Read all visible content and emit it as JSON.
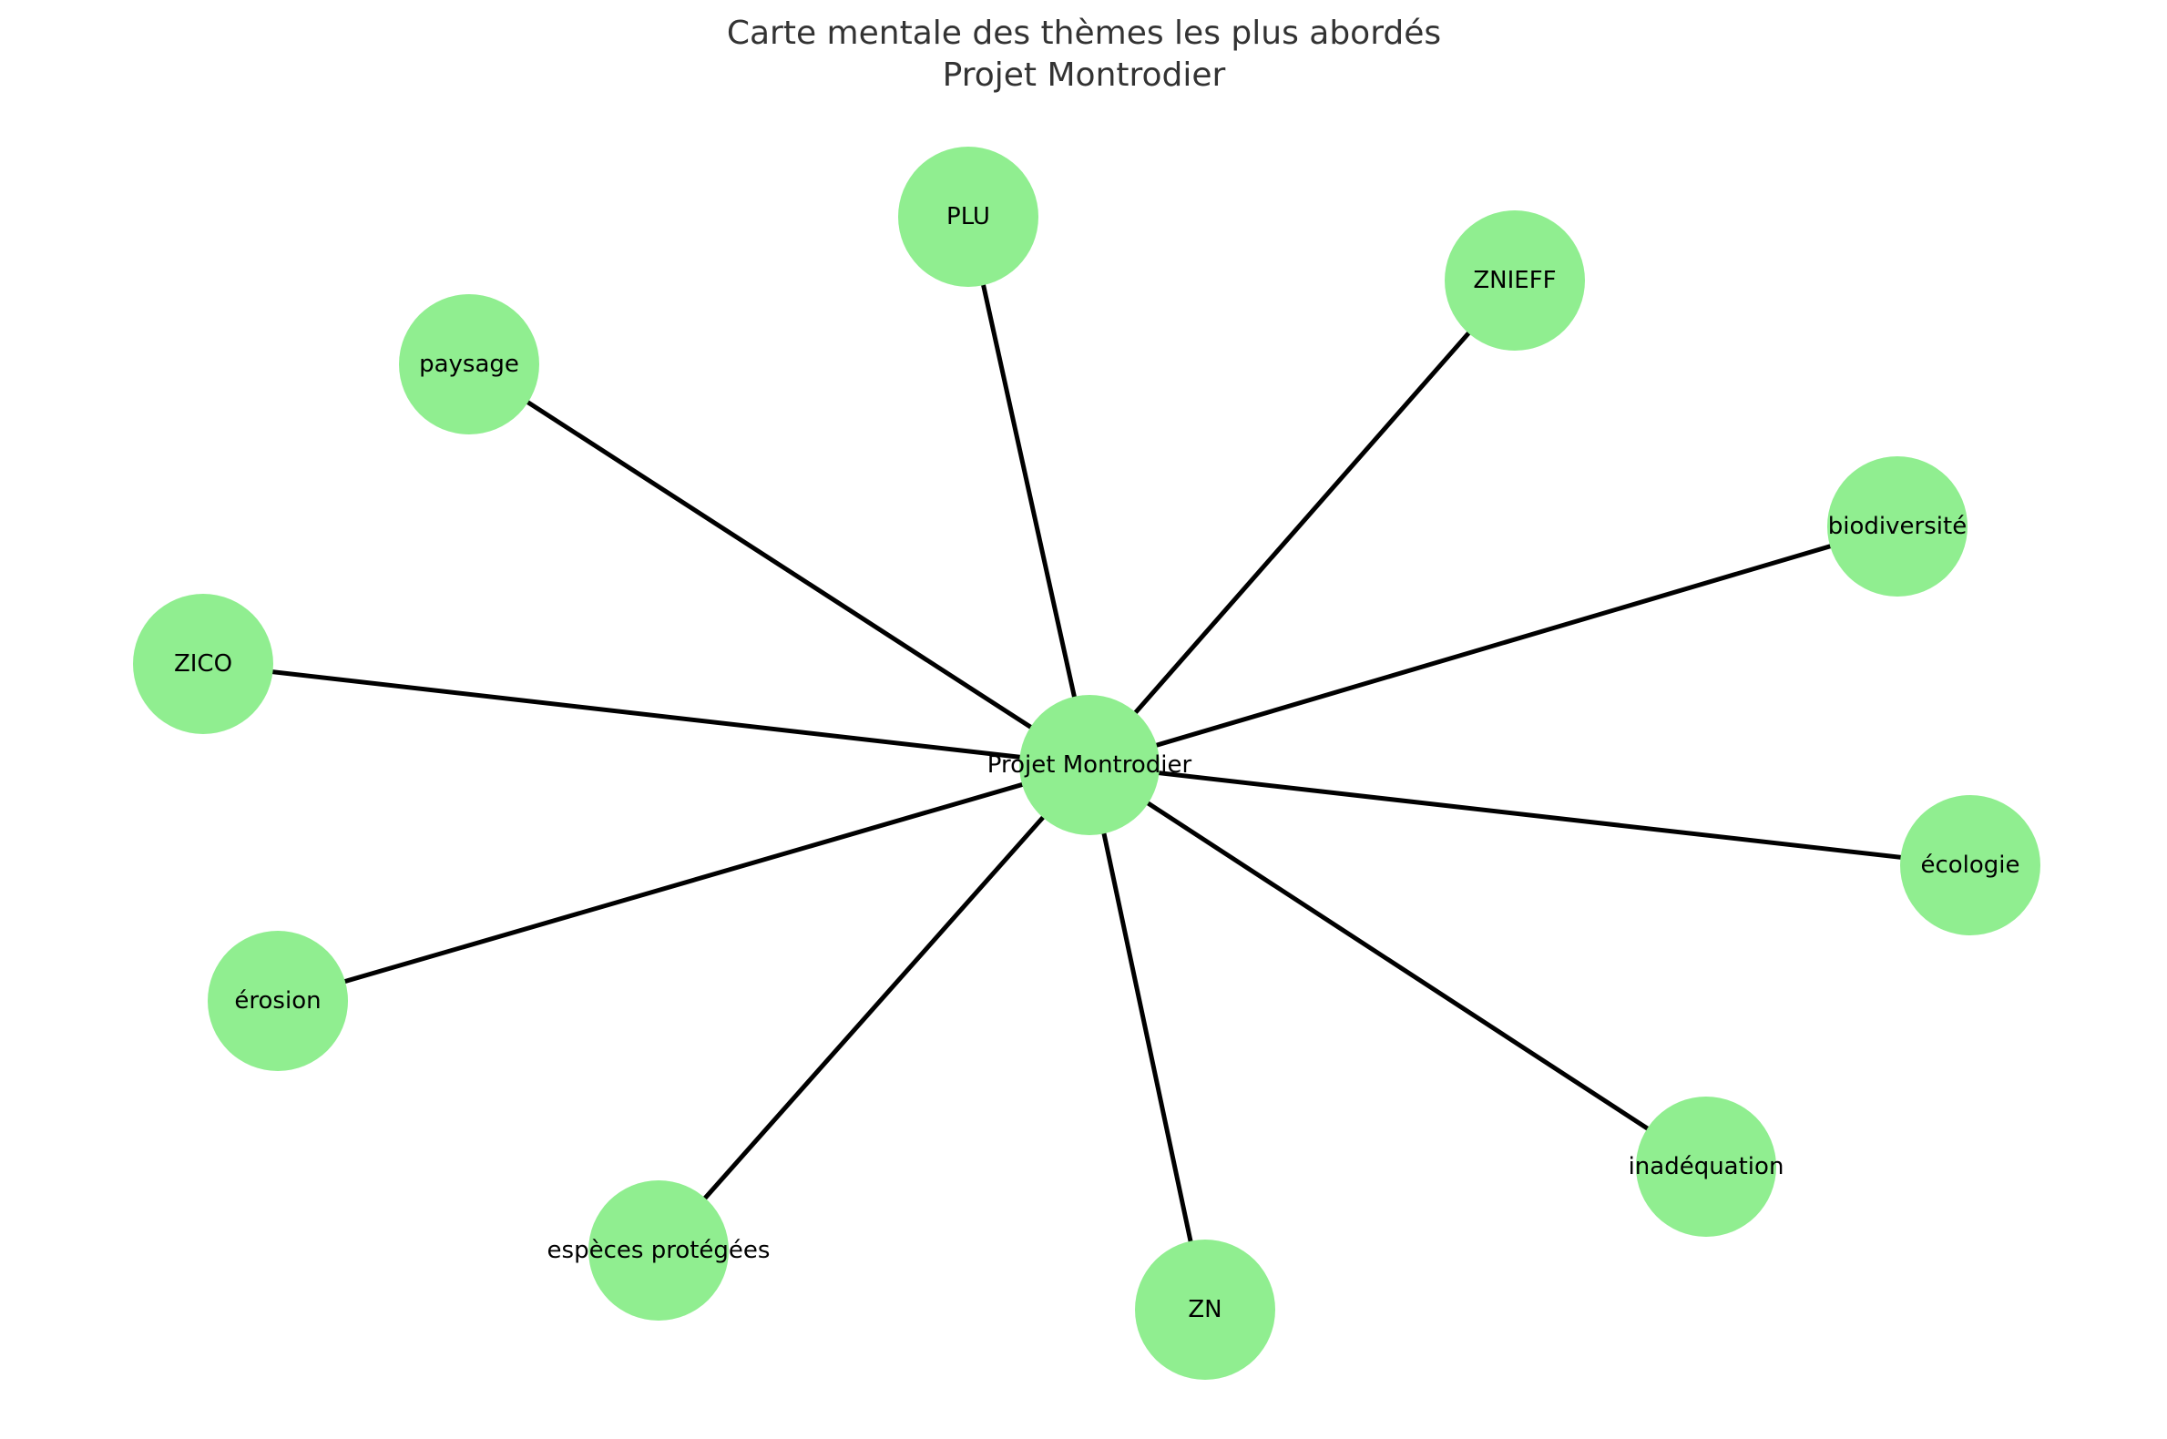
{
  "title": {
    "line1": "Carte mentale des thèmes les plus abordés",
    "line2": "Projet Montrodier"
  },
  "colors": {
    "node_fill": "#90ee90",
    "edge": "#000000",
    "title_text": "#333333",
    "label_text": "#000000",
    "background": "#ffffff"
  },
  "graph": {
    "center": "Projet Montrodier",
    "nodes": [
      "PLU",
      "ZNIEFF",
      "biodiversité",
      "écologie",
      "inadéquation",
      "ZN",
      "espèces protégées",
      "érosion",
      "ZICO",
      "paysage"
    ]
  }
}
